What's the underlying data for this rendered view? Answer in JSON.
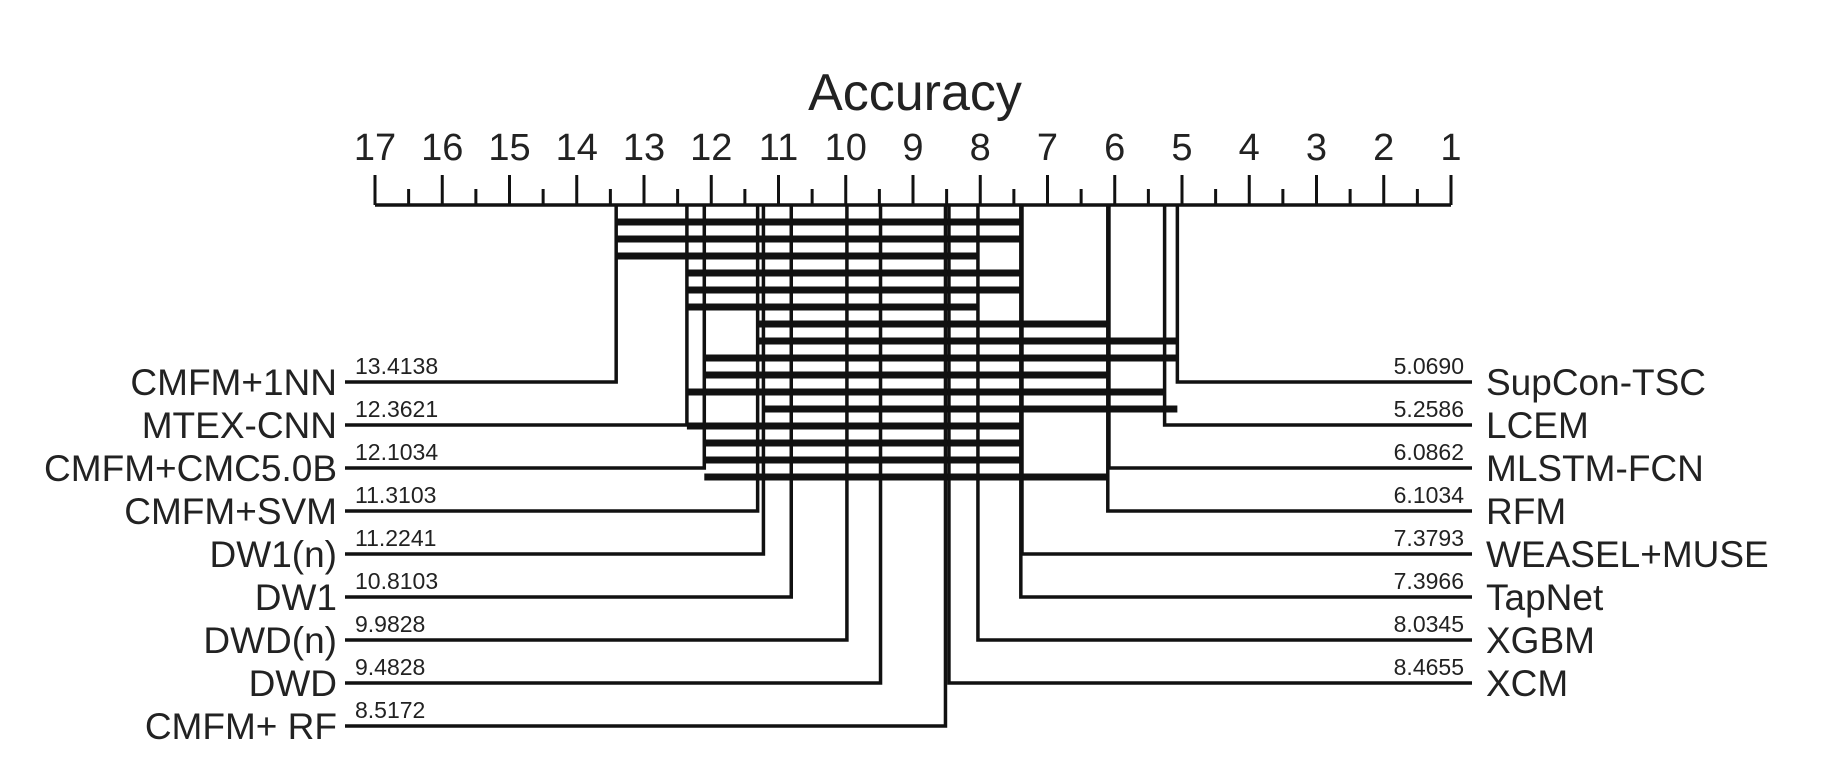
{
  "chart_data": {
    "type": "critical-difference-diagram",
    "title": "Accuracy",
    "axis": {
      "min": 1,
      "max": 17,
      "direction": "descending-left-to-right",
      "tick_labels": [
        "17",
        "16",
        "15",
        "14",
        "13",
        "12",
        "11",
        "10",
        "9",
        "8",
        "7",
        "6",
        "5",
        "4",
        "3",
        "2",
        "1"
      ]
    },
    "left_methods": [
      {
        "name": "CMFM+1NN",
        "rank": 13.4138,
        "rank_label": "13.4138"
      },
      {
        "name": "MTEX-CNN",
        "rank": 12.3621,
        "rank_label": "12.3621"
      },
      {
        "name": "CMFM+CMC5.0B",
        "rank": 12.1034,
        "rank_label": "12.1034"
      },
      {
        "name": "CMFM+SVM",
        "rank": 11.3103,
        "rank_label": "11.3103"
      },
      {
        "name": "DW1(n)",
        "rank": 11.2241,
        "rank_label": "11.2241"
      },
      {
        "name": "DW1",
        "rank": 10.8103,
        "rank_label": "10.8103"
      },
      {
        "name": "DWD(n)",
        "rank": 9.9828,
        "rank_label": "9.9828"
      },
      {
        "name": "DWD",
        "rank": 9.4828,
        "rank_label": "9.4828"
      },
      {
        "name": "CMFM+ RF",
        "rank": 8.5172,
        "rank_label": "8.5172"
      }
    ],
    "right_methods": [
      {
        "name": "SupCon-TSC",
        "rank": 5.069,
        "rank_label": "5.0690"
      },
      {
        "name": "LCEM",
        "rank": 5.2586,
        "rank_label": "5.2586"
      },
      {
        "name": "MLSTM-FCN",
        "rank": 6.0862,
        "rank_label": "6.0862"
      },
      {
        "name": "RFM",
        "rank": 6.1034,
        "rank_label": "6.1034"
      },
      {
        "name": "WEASEL+MUSE",
        "rank": 7.3793,
        "rank_label": "7.3793"
      },
      {
        "name": "TapNet",
        "rank": 7.3966,
        "rank_label": "7.3966"
      },
      {
        "name": "XGBM",
        "rank": 8.0345,
        "rank_label": "8.0345"
      },
      {
        "name": "XCM",
        "rank": 8.4655,
        "rank_label": "8.4655"
      }
    ],
    "cliques": [
      [
        13.4138,
        7.3966
      ],
      [
        13.4138,
        7.3793
      ],
      [
        13.4138,
        8.0345
      ],
      [
        12.3621,
        7.3966
      ],
      [
        12.3621,
        7.3793
      ],
      [
        12.3621,
        8.0345
      ],
      [
        11.3103,
        6.1034
      ],
      [
        11.3103,
        5.069
      ],
      [
        12.1034,
        5.069
      ],
      [
        12.1034,
        6.0862
      ],
      [
        12.3621,
        5.2586
      ],
      [
        11.2241,
        5.069
      ],
      [
        12.3621,
        7.3793
      ],
      [
        12.1034,
        7.3966
      ],
      [
        12.1034,
        7.3793
      ],
      [
        12.1034,
        6.1034
      ]
    ]
  }
}
